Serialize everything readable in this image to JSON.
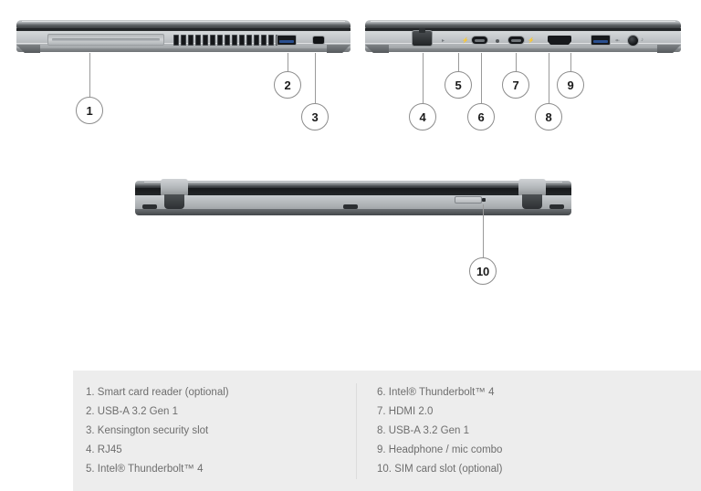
{
  "views": {
    "left_side": {
      "name": "left-side-view"
    },
    "right_side": {
      "name": "right-side-view"
    },
    "rear": {
      "name": "rear-view"
    }
  },
  "callouts": [
    {
      "number": "1",
      "target": "smart-card-reader"
    },
    {
      "number": "2",
      "target": "usb-a-port-left"
    },
    {
      "number": "3",
      "target": "kensington-slot"
    },
    {
      "number": "4",
      "target": "rj45-port"
    },
    {
      "number": "5",
      "target": "thunderbolt-port-1"
    },
    {
      "number": "6",
      "target": "thunderbolt-port-2"
    },
    {
      "number": "7",
      "target": "hdmi-port"
    },
    {
      "number": "8",
      "target": "usb-a-port-right"
    },
    {
      "number": "9",
      "target": "headphone-mic-jack"
    },
    {
      "number": "10",
      "target": "sim-card-slot"
    }
  ],
  "legend": {
    "left_column": [
      {
        "num": "1.",
        "label": "Smart card reader (optional)"
      },
      {
        "num": "2.",
        "label": "USB-A 3.2 Gen 1"
      },
      {
        "num": "3.",
        "label": "Kensington security slot"
      },
      {
        "num": "4.",
        "label": "RJ45"
      },
      {
        "num": "5.",
        "label": "Intel® Thunderbolt™ 4"
      }
    ],
    "right_column": [
      {
        "num": "6.",
        "label": "Intel® Thunderbolt™ 4"
      },
      {
        "num": "7.",
        "label": "HDMI 2.0"
      },
      {
        "num": "8.",
        "label": "USB-A 3.2 Gen 1"
      },
      {
        "num": "9.",
        "label": "Headphone / mic combo"
      },
      {
        "num": "10.",
        "label": "SIM card slot (optional)"
      }
    ]
  },
  "colors": {
    "panel_bg": "#ededed",
    "legend_text": "#6e6e6e",
    "callout_border": "#8c8c8c",
    "leader_line": "#9a9a9a",
    "page_bg": "#ffffff"
  }
}
